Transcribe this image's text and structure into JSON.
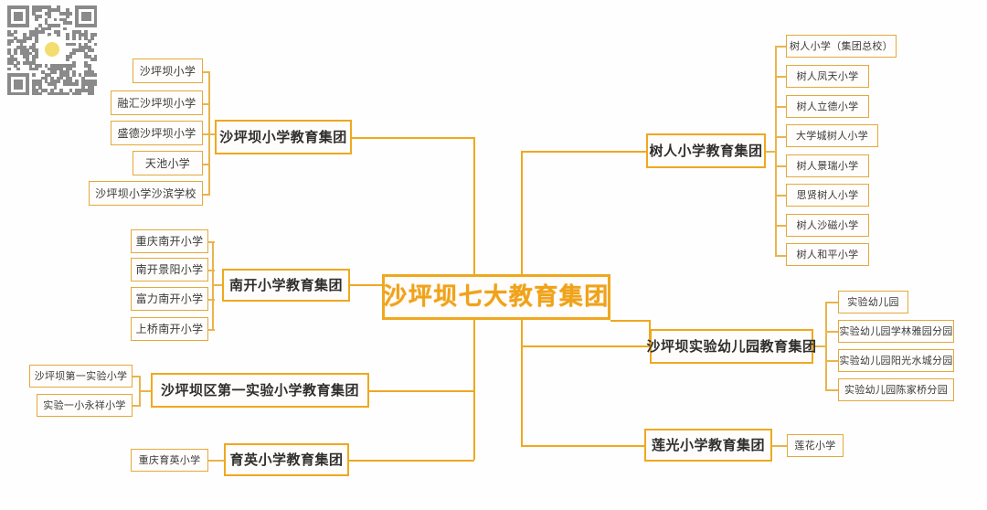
{
  "root": {
    "label": "沙坪坝七大教育集团"
  },
  "colors": {
    "accent": "#efa81f",
    "leaf_border": "#e3a93c",
    "group_text": "#2e2e2e",
    "root_text": "#f0a21a",
    "background": "#fefefe",
    "qr_module": "#8a8a8a",
    "qr_center": "#f2dd6e"
  },
  "qr": {
    "name": "qr-code"
  },
  "groups": [
    {
      "id": "shapingba-primary",
      "label": "沙坪坝小学教育集团",
      "side": "left",
      "children": [
        "沙坪坝小学",
        "融汇沙坪坝小学",
        "盛德沙坪坝小学",
        "天池小学",
        "沙坪坝小学沙滨学校"
      ]
    },
    {
      "id": "nankai-primary",
      "label": "南开小学教育集团",
      "side": "left",
      "children": [
        "重庆南开小学",
        "南开景阳小学",
        "富力南开小学",
        "上桥南开小学"
      ]
    },
    {
      "id": "first-experimental-primary",
      "label": "沙坪坝区第一实验小学教育集团",
      "side": "left",
      "children": [
        "沙坪坝第一实验小学",
        "实验一小永祥小学"
      ]
    },
    {
      "id": "yuying-primary",
      "label": "育英小学教育集团",
      "side": "left",
      "children": [
        "重庆育英小学"
      ]
    },
    {
      "id": "shuren-primary",
      "label": "树人小学教育集团",
      "side": "right",
      "children": [
        "树人小学（集团总校）",
        "树人凤天小学",
        "树人立德小学",
        "大学城树人小学",
        "树人景瑞小学",
        "思贤树人小学",
        "树人沙磁小学",
        "树人和平小学"
      ]
    },
    {
      "id": "shapingba-experimental-kindergarten",
      "label": "沙坪坝实验幼儿园教育集团",
      "side": "right",
      "children": [
        "实验幼儿园",
        "实验幼儿园学林雅园分园",
        "实验幼儿园阳光水城分园",
        "实验幼儿园陈家桥分园"
      ]
    },
    {
      "id": "lianguang-primary",
      "label": "莲光小学教育集团",
      "side": "right",
      "children": [
        "莲花小学"
      ]
    }
  ]
}
